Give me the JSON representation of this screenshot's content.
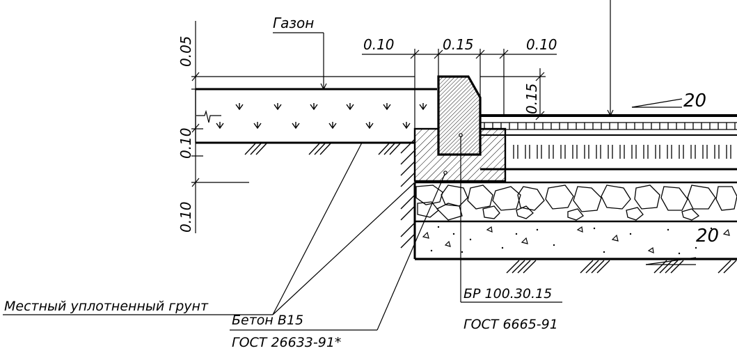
{
  "labels": {
    "lawn": "Газон",
    "dim_010_left": "0.10",
    "dim_015_top": "0.15",
    "dim_010_right": "0.10",
    "dim_015_vert": "0.15",
    "dim_005": "0.05",
    "dim_010_a": "0.10",
    "dim_010_b": "0.10",
    "slope_top": "20",
    "slope_bottom": "20",
    "soil": "Местный уплотненный грунт",
    "concrete_line1": "Бетон В15",
    "concrete_line2": "ГОСТ 26633-91*",
    "curb_line1": "БР 100.30.15",
    "curb_line2": "ГОСТ 6665-91"
  }
}
